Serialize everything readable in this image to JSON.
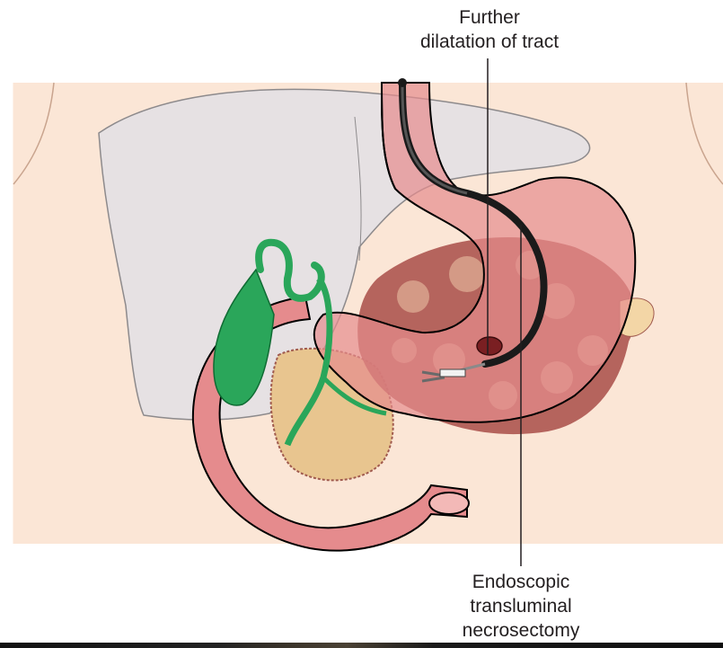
{
  "labels": {
    "top": [
      "Further",
      "dilatation of tract"
    ],
    "bottom": [
      "Endoscopic",
      "transluminal",
      "necrosectomy"
    ]
  },
  "colors": {
    "skin": "#fbe6d6",
    "skin_outline": "#c9a48e",
    "liver": "#e6e1e3",
    "stomach": "#e58b8d",
    "stomach_outline": "#000000",
    "gallbladder": "#2aa65a",
    "pancreas": "#d07d78",
    "necrosis": "#e8c58f",
    "endoscope": "#1a1a1a",
    "text": "#231f20"
  },
  "icons": {
    "endoscope": "endoscope-icon",
    "forceps": "biopsy-forceps-icon"
  }
}
